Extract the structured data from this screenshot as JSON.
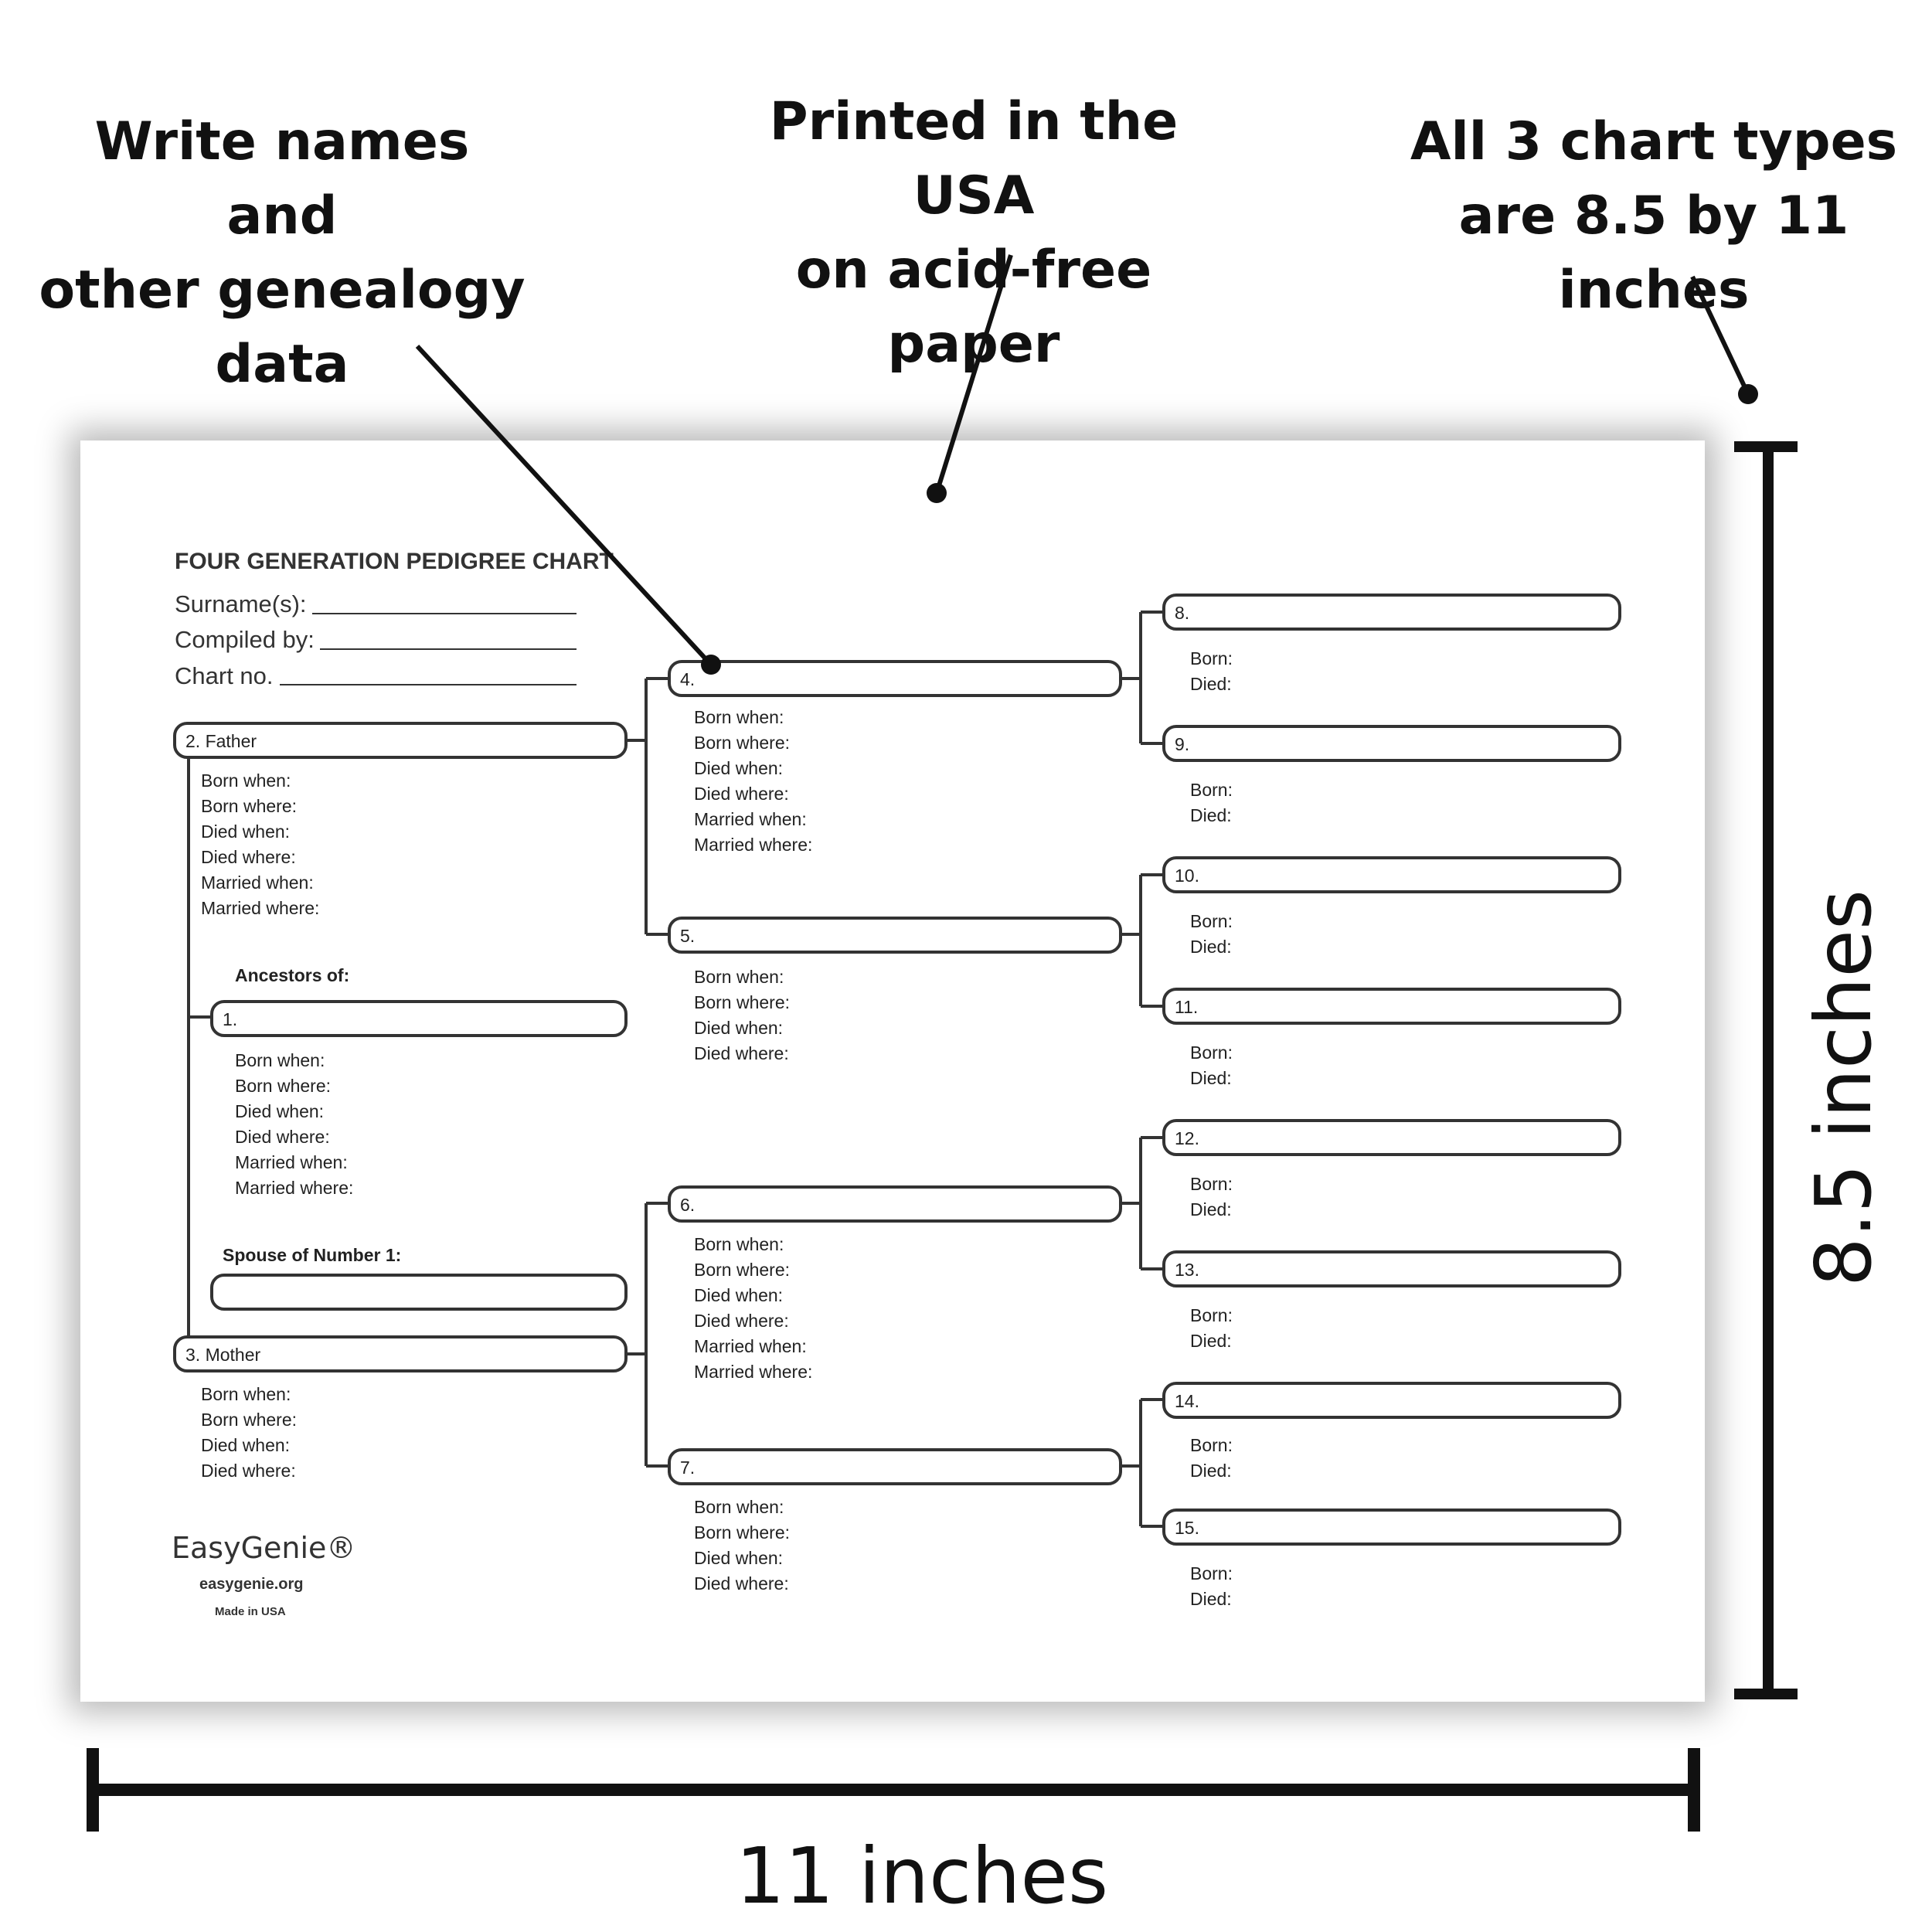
{
  "callouts": {
    "left": [
      "Write names and",
      "other genealogy",
      "data"
    ],
    "middle": [
      "Printed in the USA",
      "on acid-free paper"
    ],
    "right": [
      "All 3 chart types",
      "are 8.5 by 11 inches"
    ]
  },
  "dimensions": {
    "width_label": "11 inches",
    "height_label": "8.5 inches"
  },
  "form": {
    "title": "FOUR GENERATION PEDIGREE CHART",
    "surname_label": "Surname(s):",
    "compiled_label": "Compiled by:",
    "chart_no_label": "Chart no.",
    "ancestors_label": "Ancestors of:",
    "spouse_label": "Spouse of Number 1:"
  },
  "fields": {
    "born_when": "Born when:",
    "born_where": "Born where:",
    "died_when": "Died when:",
    "died_where": "Died where:",
    "married_when": "Married when:",
    "married_where": "Married where:",
    "born": "Born:",
    "died": "Died:"
  },
  "persons": {
    "p1": "1.",
    "p2": "2. Father",
    "p3": "3. Mother",
    "p4": "4.",
    "p5": "5.",
    "p6": "6.",
    "p7": "7.",
    "p8": "8.",
    "p9": "9.",
    "p10": "10.",
    "p11": "11.",
    "p12": "12.",
    "p13": "13.",
    "p14": "14.",
    "p15": "15."
  },
  "branding": {
    "name": "EasyGenie®",
    "url": "easygenie.org",
    "made": "Made in USA"
  }
}
